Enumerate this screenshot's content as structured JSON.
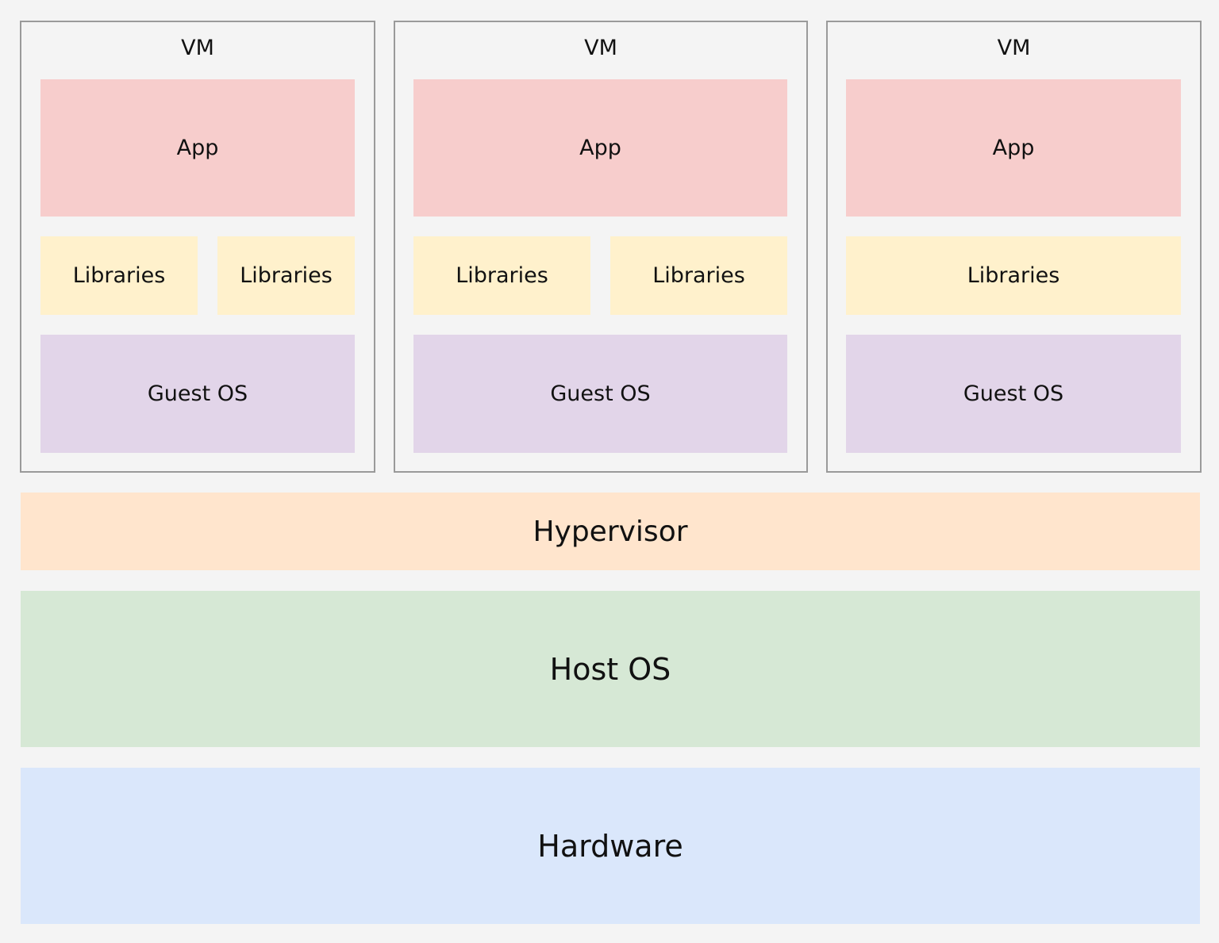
{
  "vms": [
    {
      "label": "VM",
      "app": "App",
      "libraries": [
        "Libraries",
        "Libraries"
      ],
      "guest_os": "Guest OS"
    },
    {
      "label": "VM",
      "app": "App",
      "libraries": [
        "Libraries",
        "Libraries"
      ],
      "guest_os": "Guest OS"
    },
    {
      "label": "VM",
      "app": "App",
      "libraries": [
        "Libraries"
      ],
      "guest_os": "Guest OS"
    }
  ],
  "layers": {
    "hypervisor": "Hypervisor",
    "host_os": "Host OS",
    "hardware": "Hardware"
  },
  "colors": {
    "app": "#f7cdcc",
    "libraries": "#fff1cc",
    "guest_os": "#e2d5e9",
    "hypervisor": "#ffe5cd",
    "host_os": "#d6e8d5",
    "hardware": "#dae7fb",
    "vm_border": "#9a9a9a",
    "background": "#f4f4f4"
  }
}
